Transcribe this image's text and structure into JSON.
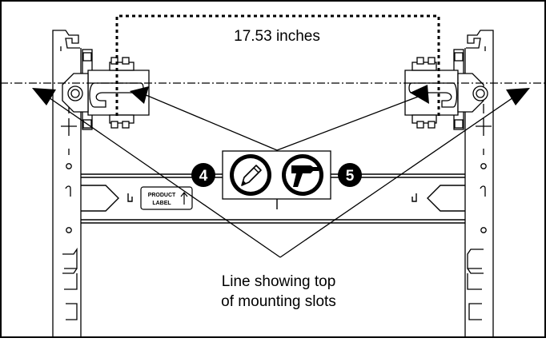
{
  "figure": {
    "dimension_label": "17.53 inches",
    "callout_label": {
      "line1": "Line showing top",
      "line2": "of mounting slots"
    },
    "steps": [
      {
        "number": "4",
        "icon": "pencil-icon"
      },
      {
        "number": "5",
        "icon": "drill-icon"
      }
    ],
    "product_label": {
      "line1": "PRODUCT",
      "line2": "LABEL"
    },
    "colors": {
      "line": "#000000",
      "background": "#ffffff"
    }
  }
}
